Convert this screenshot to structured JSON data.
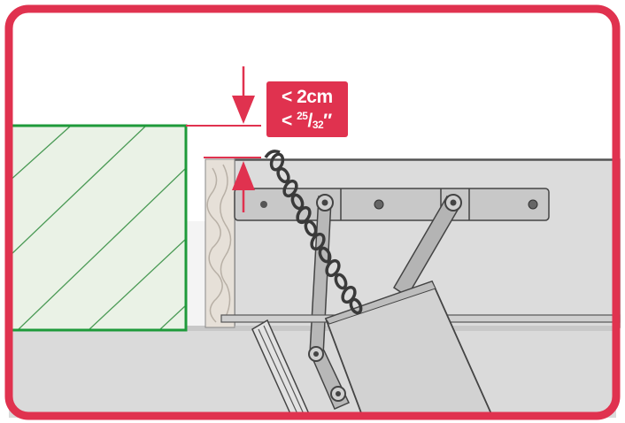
{
  "diagram": {
    "frame_color": "#e0324f",
    "wall_hatch_color": "#1e9a3a",
    "gap_dimension": {
      "metric_prefix": "< ",
      "metric_value": "2cm",
      "imperial_prefix": "< ",
      "imperial_numerator": "25",
      "imperial_slash": "/",
      "imperial_denominator": "32",
      "imperial_unit": "″"
    }
  }
}
